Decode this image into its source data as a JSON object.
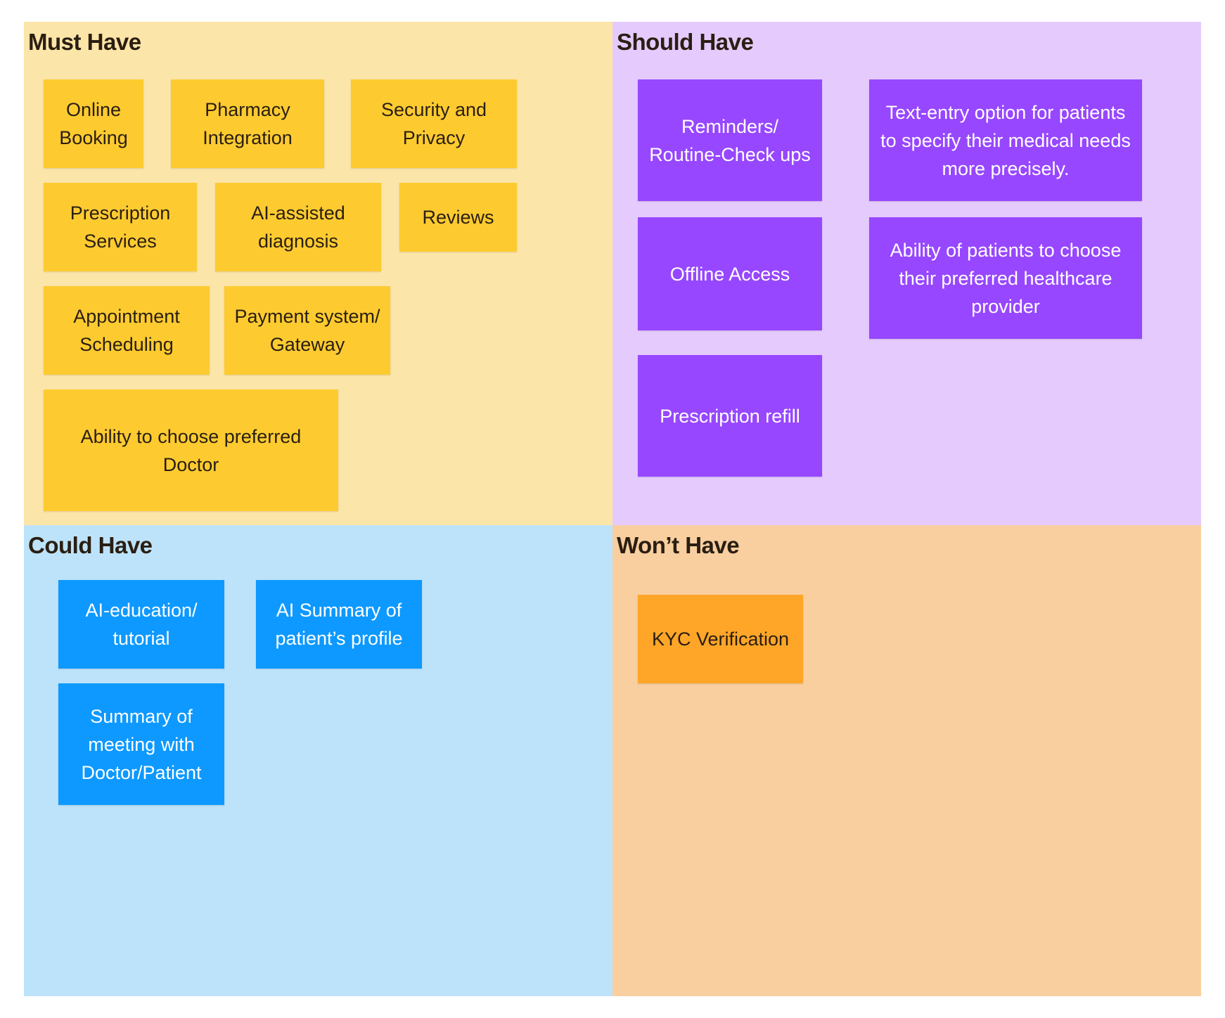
{
  "colors": {
    "must_bg": "#fce5a8",
    "must_note": "#fdcb30",
    "should_bg": "#e5cbfd",
    "should_note": "#9747ff",
    "could_bg": "#bde3fa",
    "could_note": "#0d99ff",
    "wont_bg": "#f9cfa0",
    "wont_note": "#ffa629"
  },
  "must": {
    "title": "Must Have",
    "notes": {
      "online_booking": "Online\nBooking",
      "pharmacy": "Pharmacy\nIntegration",
      "security": "Security and\nPrivacy",
      "prescription_services": "Prescription\nServices",
      "ai_diagnosis": "AI-assisted\ndiagnosis",
      "reviews": "Reviews",
      "appointment": "Appointment\nScheduling",
      "payment": "Payment system/\nGateway",
      "choose_doctor": "Ability to choose preferred\nDoctor"
    }
  },
  "should": {
    "title": "Should Have",
    "notes": {
      "reminders": "Reminders/\nRoutine-Check ups",
      "text_entry": "Text-entry option for patients\nto specify their medical needs\nmore precisely.",
      "offline": "Offline Access",
      "choose_provider": "Ability of patients to choose\ntheir preferred healthcare\nprovider",
      "rx_refill": "Prescription refill"
    }
  },
  "could": {
    "title": "Could Have",
    "notes": {
      "ai_education": "AI-education/\ntutorial",
      "ai_summary": "AI Summary of\npatient’s profile",
      "meeting_summary": "Summary of\nmeeting with\nDoctor/Patient"
    }
  },
  "wont": {
    "title": "Won’t Have",
    "notes": {
      "kyc": "KYC Verification"
    }
  }
}
